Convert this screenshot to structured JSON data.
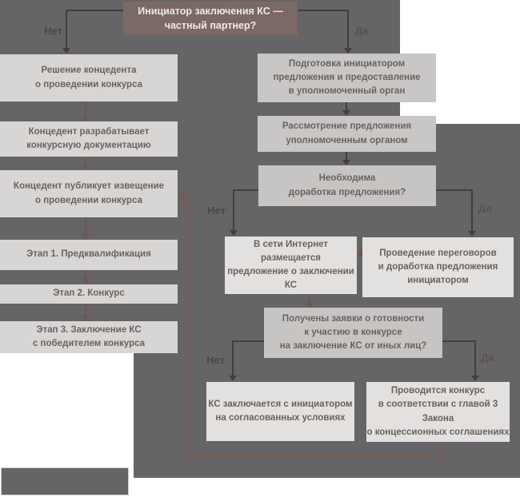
{
  "diagram": {
    "type": "flowchart",
    "language": "ru",
    "nodes": {
      "root": "Инициатор заключения КС —\nчастный партнер?",
      "reshenie": "Решение концедента\nо проведении конкурса",
      "razrabotka": "Концедент разрабатывает\nконкурсную документацию",
      "izveshchenie": "Концедент публикует извещение\nо проведении конкурса",
      "etap1": "Этап 1. Предквалификация",
      "etap2": "Этап 2. Конкурс",
      "etap3": "Этап 3. Заключение КС\nс победителем конкурса",
      "podgotovka": "Подготовка инициатором\nпредложения и предоставление\nв уполномоченный орган",
      "rassmotrenie": "Рассмотрение предложения\nуполномоченным органом",
      "dorabotka_q": "Необходима\nдоработка предложения?",
      "internet": "В сети Интернет размещается\nпредложение о заключении КС",
      "peregovory": "Проведение переговоров\nи доработка предложения\nинициатором",
      "zayavki_q": "Получены заявки о готовности\nк участию в конкурсе\nна заключение КС от иных лиц?",
      "ks_initiator": "КС заключается с инициатором\nна согласованных условиях",
      "konkurs_gl3": "Проводится конкурс\nв соответствии с главой 3 Закона\nо концессионных соглашениях"
    },
    "edge_labels": {
      "net1": "Нет",
      "da1": "Да",
      "net2": "Нет",
      "da2": "Да",
      "net3": "Нет",
      "da3": "Да"
    },
    "colors": {
      "background_dark": "#656466",
      "node_light": "#d8d6d4",
      "node_right": "#c9c7c6",
      "node_bright": "#e3e1df",
      "root_node": "#7b6965",
      "node_text": "#6a625d",
      "root_text": "#ece9e7",
      "arrow_dark": "#463d36",
      "arrow_maroon": "#72554e",
      "loop_line": "#7a5a52"
    }
  }
}
